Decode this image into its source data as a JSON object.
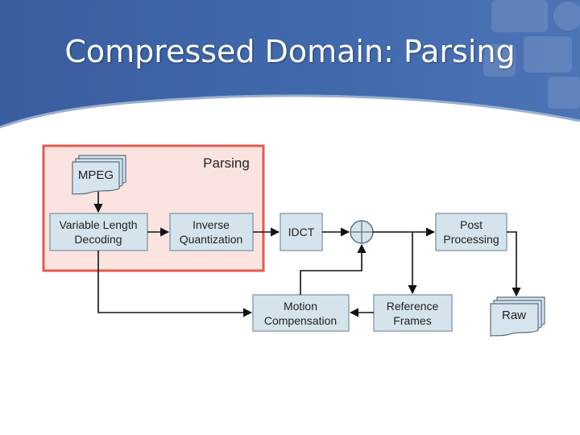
{
  "slide": {
    "title": "Compressed Domain: Parsing"
  },
  "diagram": {
    "region_label": "Parsing",
    "nodes": {
      "mpeg": "MPEG",
      "vld_line1": "Variable Length",
      "vld_line2": "Decoding",
      "iq_line1": "Inverse",
      "iq_line2": "Quantization",
      "idct": "IDCT",
      "post_line1": "Post",
      "post_line2": "Processing",
      "mc_line1": "Motion",
      "mc_line2": "Compensation",
      "ref_line1": "Reference",
      "ref_line2": "Frames",
      "raw": "Raw"
    },
    "colors": {
      "header_blue": "#3d63a6",
      "region_fill": "#fbe3df",
      "region_border": "#e25a52",
      "box_fill": "#d5e4ec",
      "box_border": "#8da2b4",
      "doc_fill": "#d6e4ee",
      "line": "#111111"
    }
  }
}
